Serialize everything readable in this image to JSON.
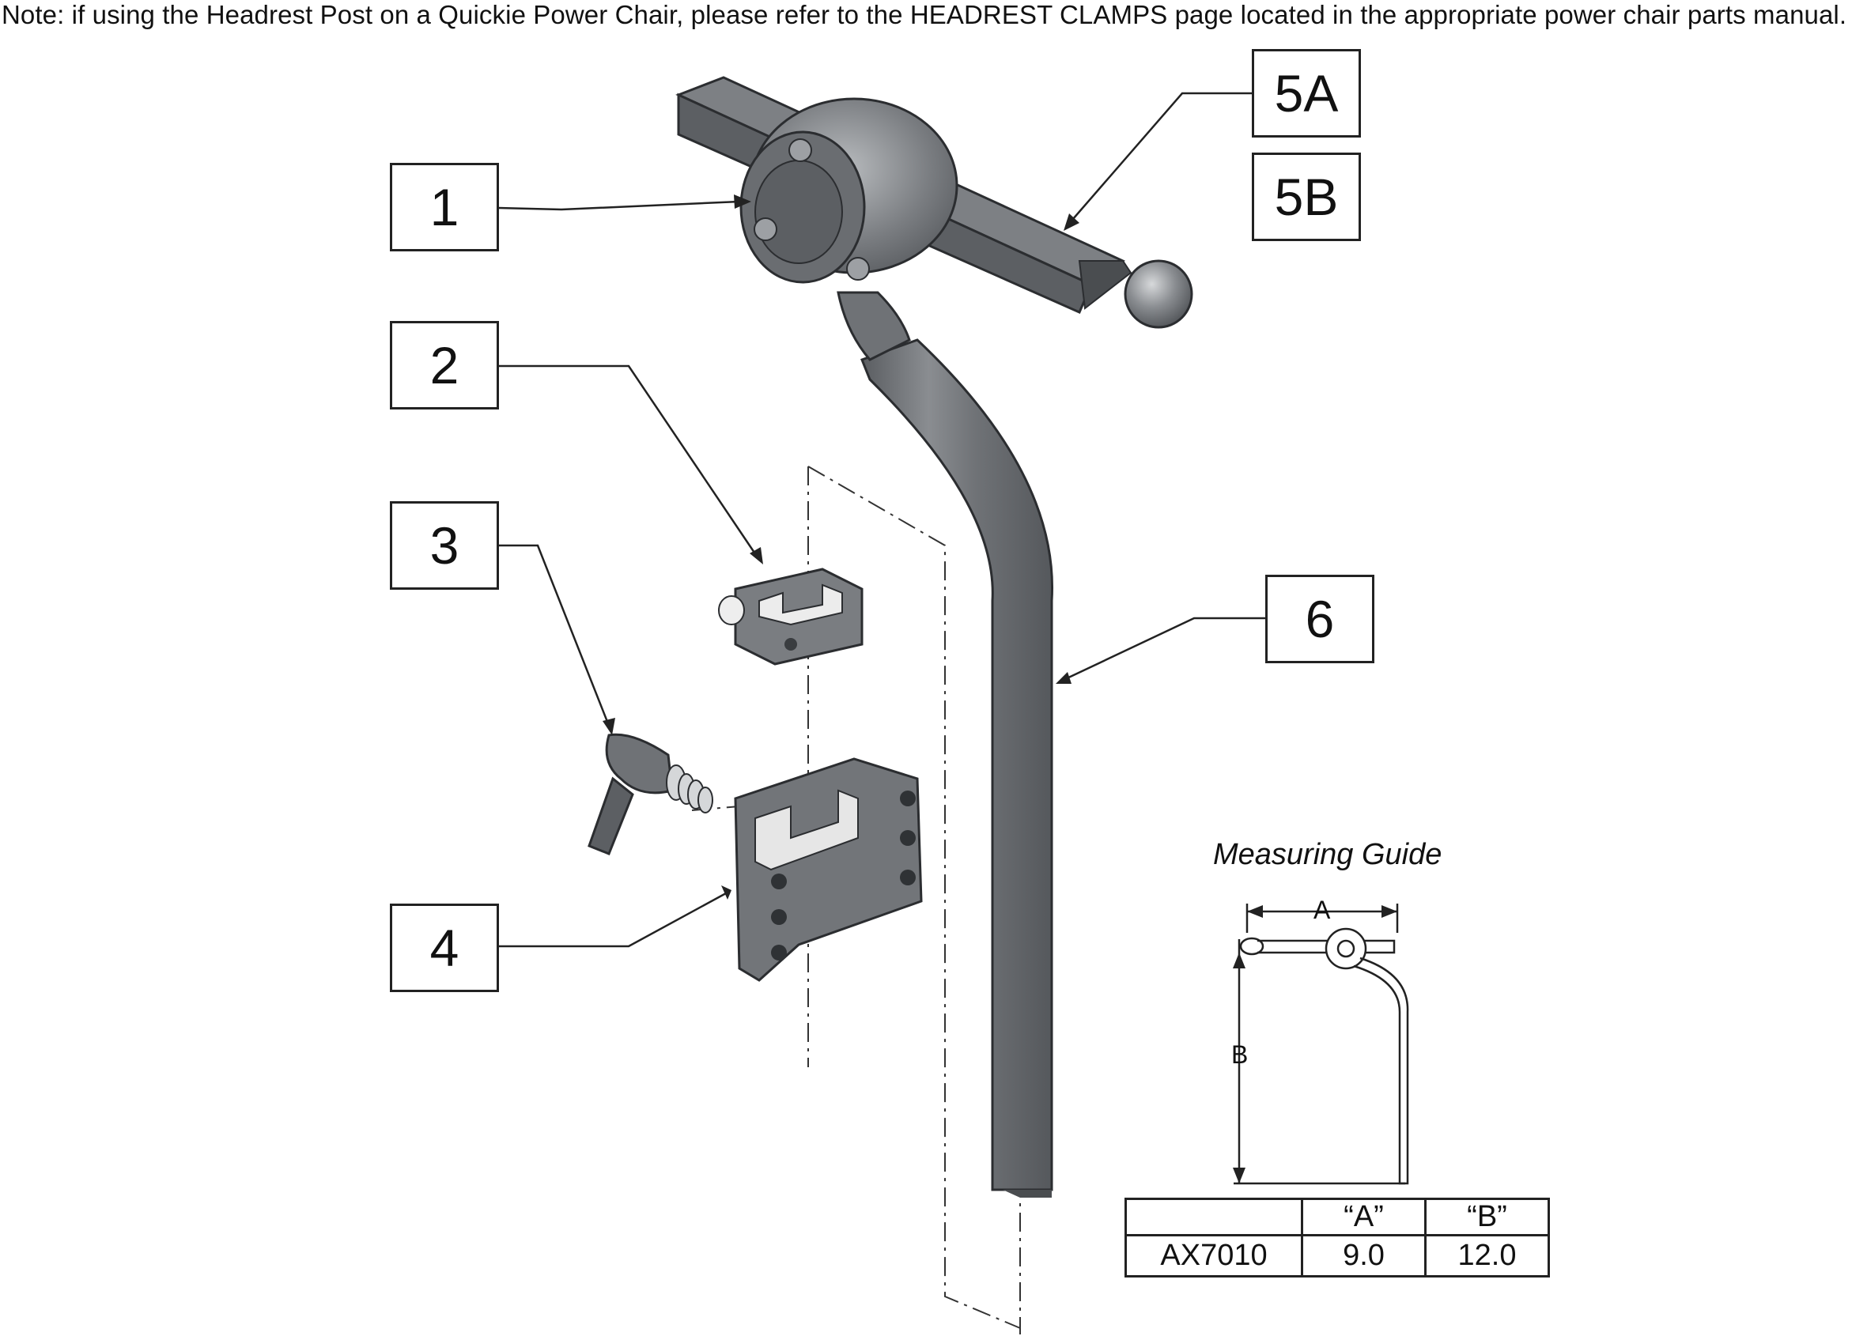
{
  "note": "Note: if using the Headrest Post on a Quickie Power Chair, please refer to the HEADREST CLAMPS page located in the appropriate power chair parts manual.",
  "callouts": [
    "1",
    "2",
    "3",
    "4",
    "5A",
    "5B",
    "6"
  ],
  "measuring_guide": {
    "title": "Measuring Guide",
    "dim_a": "A",
    "dim_b": "B",
    "table": {
      "headers": [
        "",
        "“A”",
        "“B”"
      ],
      "rows": [
        [
          "AX7010",
          "9.0",
          "12.0"
        ]
      ]
    }
  },
  "colors": {
    "part_fill": "#6f7276",
    "part_dark": "#4f5256",
    "part_light": "#a9acb0",
    "line": "#222222"
  }
}
